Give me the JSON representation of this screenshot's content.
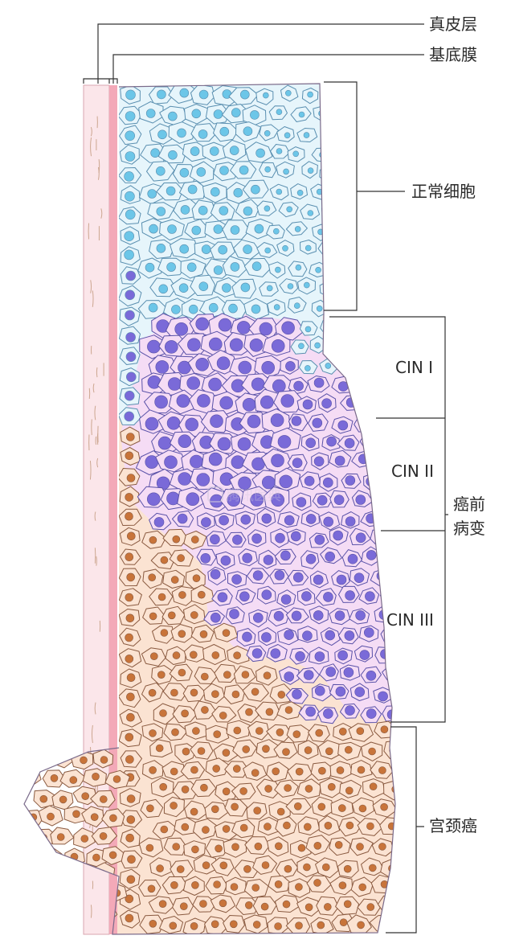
{
  "labels": {
    "dermis": "真皮层",
    "basement_membrane": "基底膜",
    "normal_cells": "正常细胞",
    "cin1": "CIN I",
    "cin2": "CIN II",
    "cin3": "CIN III",
    "precancer_line1": "癌前",
    "precancer_line2": "病变",
    "cervical_cancer": "宫颈癌"
  },
  "watermark": "腾讯医典",
  "colors": {
    "dermis_fill": "#fbe6ea",
    "membrane_fill": "#f3a9b8",
    "normal_cell_fill": "#e6f5fb",
    "normal_cell_stroke": "#5a8fb0",
    "normal_nucleus": "#6cc6e8",
    "cin_cell_fill": "#f5dcf5",
    "cin_cell_stroke": "#5a52a8",
    "cin_nucleus": "#7a6ad8",
    "cancer_cell_fill": "#fbe3d2",
    "cancer_cell_stroke": "#8a5a40",
    "cancer_nucleus": "#c8743a",
    "bracket_line": "#333333"
  }
}
